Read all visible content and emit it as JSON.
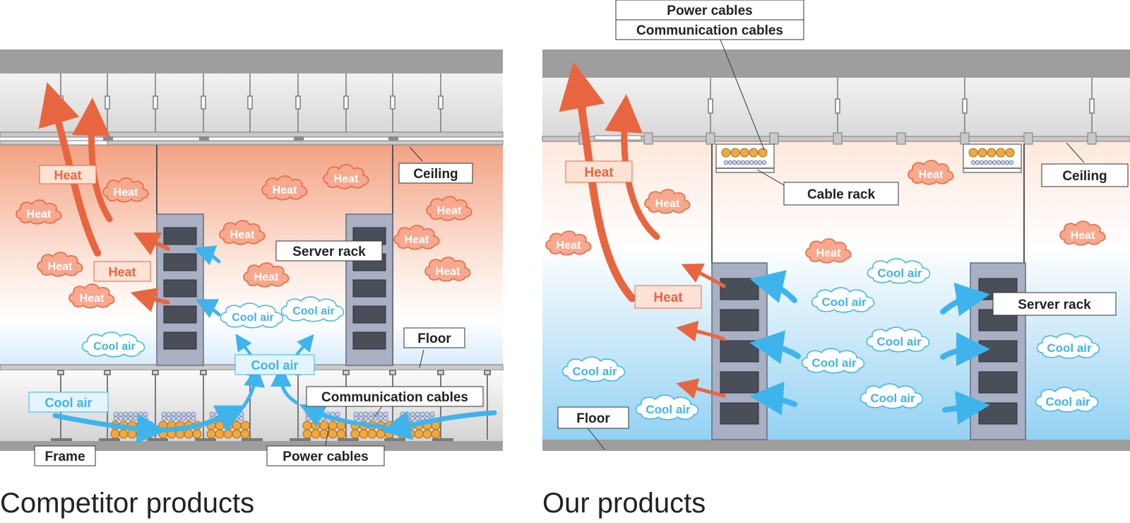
{
  "competitor": {
    "caption": "Competitor products",
    "labels": {
      "ceiling": "Ceiling",
      "server_rack": "Server rack",
      "floor": "Floor",
      "communication_cables": "Communication cables",
      "power_cables": "Power cables",
      "frame": "Frame"
    },
    "heat_label": "Heat",
    "cool_air_label": "Cool air"
  },
  "ours": {
    "caption": "Our products",
    "labels": {
      "power_cables": "Power cables",
      "communication_cables": "Communication cables",
      "ceiling": "Ceiling",
      "cable_rack": "Cable rack",
      "server_rack": "Server rack",
      "floor": "Floor"
    },
    "heat_label": "Heat",
    "cool_air_label": "Cool air"
  },
  "colors": {
    "heat": "#e8663f",
    "heat_cloud_fill": "#f7a98f",
    "cool": "#3fb4ec",
    "rack": "#a9b0c4",
    "slot": "#4a4e58",
    "cable_power": "#f0a840",
    "structure": "#9a9a9a"
  }
}
